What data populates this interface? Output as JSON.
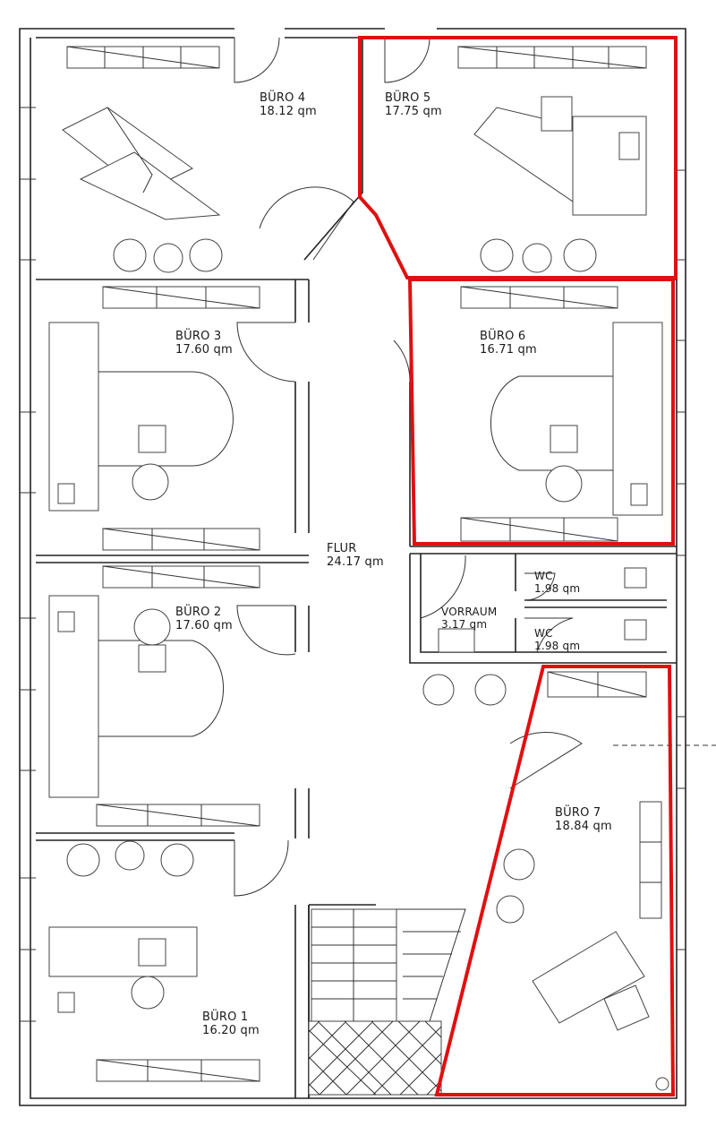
{
  "rooms": {
    "buero4": {
      "name": "BÜRO 4",
      "area": "18.12 qm"
    },
    "buero5": {
      "name": "BÜRO 5",
      "area": "17.75 qm"
    },
    "buero3": {
      "name": "BÜRO 3",
      "area": "17.60 qm"
    },
    "buero6": {
      "name": "BÜRO 6",
      "area": "16.71 qm"
    },
    "flur": {
      "name": "FLUR",
      "area": "24.17 qm"
    },
    "buero2": {
      "name": "BÜRO 2",
      "area": "17.60 qm"
    },
    "wc1": {
      "name": "WC",
      "area": "1.98 qm"
    },
    "vorraum": {
      "name": "VORRAUM",
      "area": "3.17 qm"
    },
    "wc2": {
      "name": "WC",
      "area": "1.98 qm"
    },
    "buero7": {
      "name": "BÜRO 7",
      "area": "18.84 qm"
    },
    "buero1": {
      "name": "BÜRO 1",
      "area": "16.20 qm"
    }
  },
  "colors": {
    "highlight": "#e01010",
    "wall": "#222222"
  }
}
